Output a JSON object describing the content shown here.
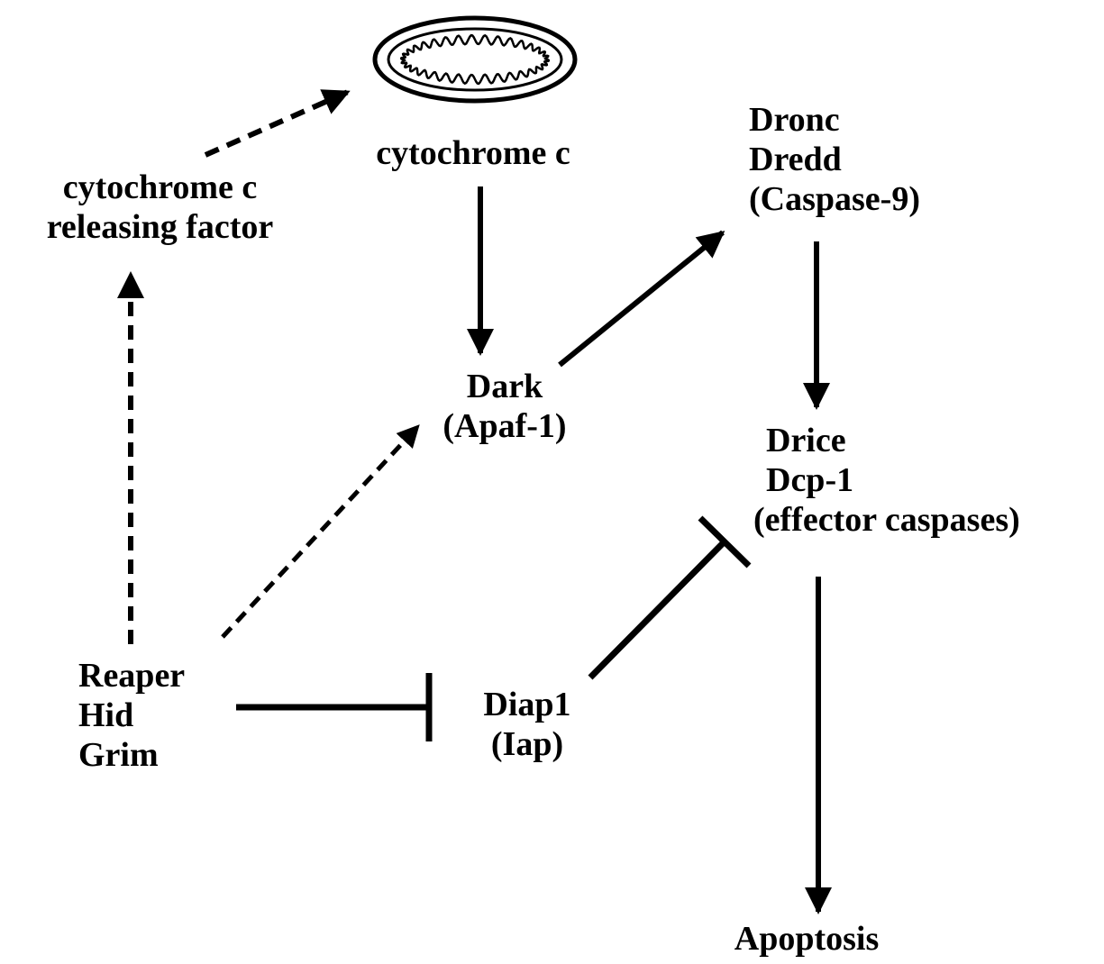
{
  "colors": {
    "ink": "#000000",
    "background": "#ffffff"
  },
  "icons": {
    "mitochondrion": "mitochondrion-icon"
  },
  "nodes": {
    "cytochrome_c": "cytochrome c",
    "releasing_factor": {
      "line1": "cytochrome c",
      "line2": "releasing factor"
    },
    "dronc": {
      "line1": "Dronc",
      "line2": "Dredd",
      "line3": "(Caspase-9)"
    },
    "dark": {
      "line1": "Dark",
      "line2": "(Apaf-1)"
    },
    "drice": {
      "line1": "Drice",
      "line2": "Dcp-1",
      "line3": "(effector caspases)"
    },
    "rhg": {
      "line1": "Reaper",
      "line2": "Hid",
      "line3": "Grim"
    },
    "diap1": {
      "line1": "Diap1",
      "line2": "(Iap)"
    },
    "apoptosis": "Apoptosis"
  },
  "edges": [
    {
      "from": "releasing_factor",
      "to": "mitochondrion",
      "style": "dashed",
      "type": "activation"
    },
    {
      "from": "cytochrome_c",
      "to": "dark",
      "style": "solid",
      "type": "activation"
    },
    {
      "from": "dark",
      "to": "dronc",
      "style": "solid",
      "type": "activation"
    },
    {
      "from": "dronc",
      "to": "drice",
      "style": "solid",
      "type": "activation"
    },
    {
      "from": "rhg",
      "to": "releasing_factor",
      "style": "dashed",
      "type": "activation"
    },
    {
      "from": "rhg",
      "to": "dark",
      "style": "dashed",
      "type": "activation"
    },
    {
      "from": "rhg",
      "to": "diap1",
      "style": "solid",
      "type": "inhibition"
    },
    {
      "from": "diap1",
      "to": "drice",
      "style": "solid",
      "type": "inhibition"
    },
    {
      "from": "drice",
      "to": "apoptosis",
      "style": "solid",
      "type": "activation"
    }
  ]
}
